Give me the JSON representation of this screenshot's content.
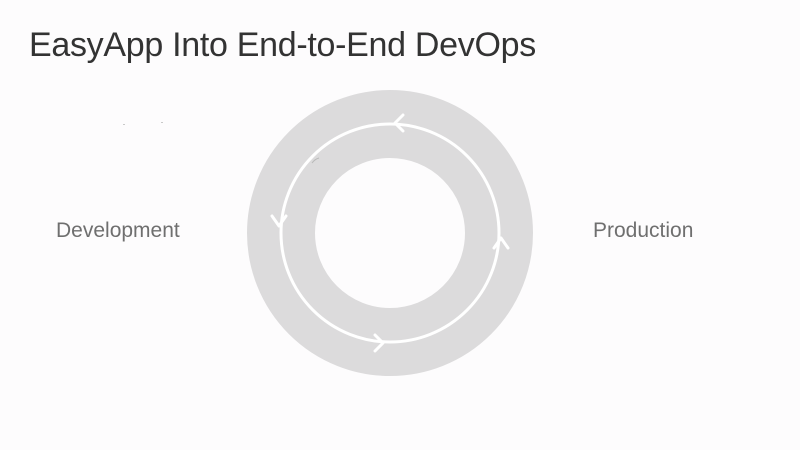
{
  "slide": {
    "title": "EasyApp Into End-to-End DevOps",
    "left_label": "Development",
    "right_label": "Production"
  },
  "colors": {
    "background": "#fdfcfd",
    "ring": "#dcdbdc",
    "path": "#ffffff",
    "title_text": "#333333",
    "label_text": "#6f6f6f"
  },
  "cycle": {
    "direction": "counter-clockwise",
    "arrows": [
      "arrow-top-left",
      "arrow-left-down",
      "arrow-bottom-right",
      "arrow-right-up"
    ]
  }
}
